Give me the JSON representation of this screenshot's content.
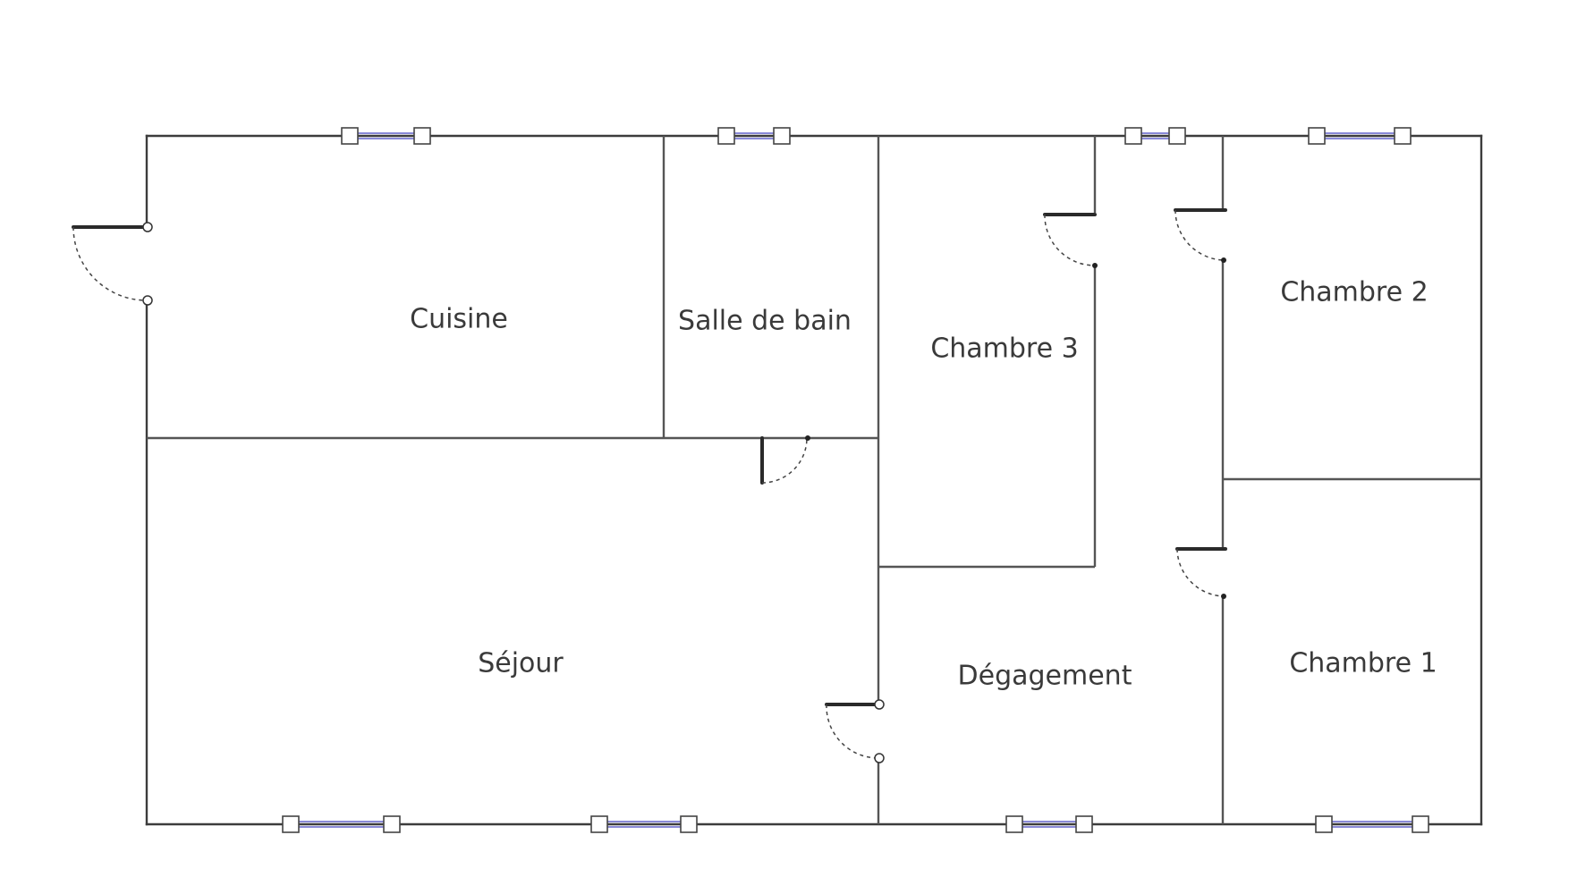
{
  "rooms": [
    {
      "id": "cuisine",
      "label": "Cuisine"
    },
    {
      "id": "salle-de-bain",
      "label": "Salle de bain"
    },
    {
      "id": "chambre-3",
      "label": "Chambre 3"
    },
    {
      "id": "chambre-2",
      "label": "Chambre 2"
    },
    {
      "id": "sejour",
      "label": "Séjour"
    },
    {
      "id": "degagement",
      "label": "Dégagement"
    },
    {
      "id": "chambre-1",
      "label": "Chambre 1"
    }
  ],
  "colors": {
    "wall": "#3c3c3c",
    "window_glass": "#8a8ad8",
    "label": "#3a3a3a",
    "background": "#ffffff"
  }
}
